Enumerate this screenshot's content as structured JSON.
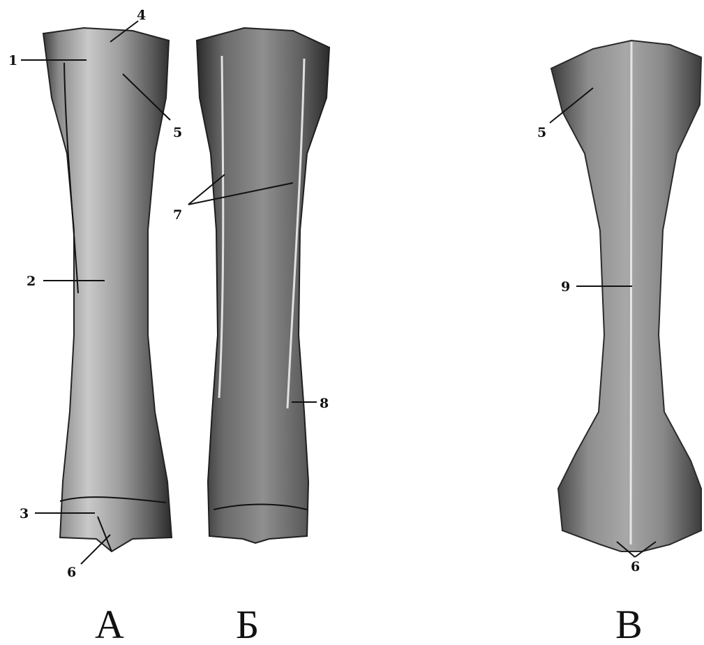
{
  "bones": [
    {
      "id": "A",
      "caption": "А",
      "view": "left-cannon-bone-dorsal"
    },
    {
      "id": "B",
      "caption": "Б",
      "view": "left-cannon-bone-palmar"
    },
    {
      "id": "V",
      "caption": "В",
      "view": "cannon-bone-dorsal"
    }
  ],
  "labels": {
    "l1": "1",
    "l2": "2",
    "l3": "3",
    "l4": "4",
    "l5a": "5",
    "l6a": "6",
    "l7": "7",
    "l8": "8",
    "l5b": "5",
    "l9": "9",
    "l6b": "6"
  },
  "colors": {
    "ink": "#111111",
    "bone_light": "#b8b8b8",
    "bone_mid": "#8e8e8e",
    "bone_dark": "#3c3c3c"
  }
}
